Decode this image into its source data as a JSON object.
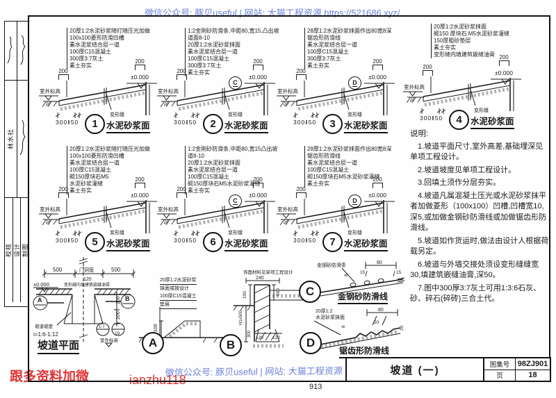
{
  "watermark": {
    "top": "微信公众号: 豚贝useful | 网站: 大猫工程资源 https://521686.xyz/",
    "bottom": "微信公众号: 豚贝useful | 网站: 大猫工程资源 https://521686.xyz/",
    "page_number": "913"
  },
  "promo": {
    "line1": "跟多资料加微",
    "line2": "ianzhu118"
  },
  "sidebar": {
    "name": "林水社",
    "row3": [
      "校核",
      "设计",
      "制图"
    ]
  },
  "details": [
    {
      "num": "1",
      "badge": "",
      "title": "水泥砂浆面",
      "notes": [
        "20厚1:2水泥砂浆随打随压光加做",
        "100x100菱形防滑凹槽",
        "素水泥浆结合层一道",
        "100厚C15混凝土",
        "300厚3:7灰土",
        "素土夯实"
      ],
      "dim_left": "200",
      "dim_right": "200",
      "level": "±0.000",
      "outdoor": "室外标高",
      "joint": "变形缝",
      "dim_b1": "300",
      "dim_b2": "50",
      "dim_toe": "50"
    },
    {
      "num": "2",
      "badge": "C",
      "title": "水泥砂浆面",
      "notes": [
        "1:2金刚砂防滑条,中距80,宽15,凸出坡",
        "道面8-10",
        "20厚1:2水泥砂浆抹面",
        "素水泥浆结合层一道",
        "100厚C15混凝土",
        "300厚3:7灰土",
        "素土夯实"
      ],
      "dim_left": "200",
      "dim_right": "200",
      "level": "±0.000",
      "outdoor": "室外标高",
      "joint": "变形缝",
      "dim_b1": "300",
      "dim_b2": "50",
      "dim_toe": "50"
    },
    {
      "num": "3",
      "badge": "D",
      "title": "水泥砂浆面",
      "notes": [
        "28厚1:2水泥砂浆抹面作出80宽8深",
        "锯齿形防滑线",
        "素水泥浆结合层一道",
        "100厚C15混凝土",
        "300厚3:7灰土",
        "素土夯实"
      ],
      "dim_left": "200",
      "dim_right": "200",
      "level": "±0.000",
      "outdoor": "室外标高",
      "joint": "变形缝",
      "dim_b1": "300",
      "dim_b2": "50",
      "dim_toe": "50"
    },
    {
      "num": "4",
      "badge": "",
      "title": "水泥砂浆面",
      "notes": [
        "20厚1:2水泥砂浆抹面",
        "砌150 厚块石 M5水泥砂浆灌缝",
        "150厚粗砂垫层",
        "素土夯实",
        "变形缝内填建筑嵌缝油膏"
      ],
      "dim_left": "200",
      "dim_right": "200",
      "level": "±0.000",
      "outdoor": "室外标高",
      "joint": "变形缝",
      "dim_b1": "300",
      "dim_b2": "50",
      "dim_toe": "50"
    },
    {
      "num": "5",
      "badge": "",
      "title": "水泥砂浆面",
      "notes": [
        "20厚1:2水泥砂浆随打随压光加做",
        "100x100菱形防滑凹槽",
        "素水泥浆结合层一道",
        "100厚C15混凝土",
        "砌150厚块石M5",
        "水泥砂浆灌缝",
        "素土夯实"
      ],
      "dim_left": "200",
      "dim_right": "200",
      "level": "±0.000",
      "outdoor": "室外标高",
      "joint": "变形缝",
      "dim_b1": "300",
      "dim_b2": "50",
      "dim_toe": "50"
    },
    {
      "num": "6",
      "badge": "C",
      "title": "水泥砂浆面",
      "notes": [
        "1:2金刚砂防滑条,中距80,宽15凸出坡",
        "道8-10",
        "20厚1:2水泥砂浆抹面",
        "素水泥浆结合层一道",
        "100厚C15混凝土",
        "砌150厚块石M5水泥砂浆灌缝",
        "素土夯实"
      ],
      "dim_left": "200",
      "dim_right": "200",
      "level": "±0.000",
      "outdoor": "室外标高",
      "joint": "变形缝",
      "dim_b1": "300",
      "dim_b2": "50",
      "dim_toe": "50"
    },
    {
      "num": "7",
      "badge": "D",
      "title": "水泥砂浆面",
      "notes": [
        "28厚1:2水泥砂浆抹面作出80宽8深",
        "锯齿形防滑线",
        "素水泥浆结合层一道",
        "100厚C15混凝土",
        "砌150厚块石M5水泥砂浆灌缝",
        "素土夯实"
      ],
      "dim_left": "200",
      "dim_right": "200",
      "level": "±0.000",
      "outdoor": "室外标高",
      "joint": "变形缝",
      "dim_b1": "300",
      "dim_b2": "50",
      "dim_toe": "50"
    }
  ],
  "notes_panel": {
    "heading": "说明:",
    "items": [
      "1.坡道平面尺寸,室外高差,基础埋深见单项工程设计。",
      "2.坡道坡度见单项工程设计。",
      "3.回填土须作分层夯实。",
      "4.坡道凡属混凝土压光或水泥砂浆抹平者加做菱形（100x100）凹槽,凹槽宽10,深5,或加做金钢砂防滑线或加做锯齿形防滑线。",
      "5.坡道如作货运时,做法由设计人根据荷载另定。",
      "6.坡道与外墙交接处须设变形缝缝宽30,填建筑嵌缝油膏,深50。",
      "7.图中300厚3:7灰土可用1:3:6石灰、砂、碎石(碎砖)三合土代。"
    ]
  },
  "plan": {
    "dim_left": "500",
    "dim_mid": "门洞宽",
    "dim_right": "500",
    "dim_small": "120",
    "level": "±0.000",
    "joint_note": "变形缝内填建筑嵌缝油膏",
    "bubble_a": "A",
    "bubble_b": "B",
    "slope_label": "坡道坡度",
    "slope_value": "i=1:6-1:12",
    "dim_r1": "200",
    "dim_r2": "200",
    "ref1": "1-7",
    "ref2": "19",
    "outdoor": "室外标高",
    "title": "坡道平面"
  },
  "detail_a": {
    "letter": "A",
    "notes": [
      "20厚1:2水泥砂浆",
      "抹面或按设计",
      "100厚C15混凝土",
      "垫层"
    ],
    "dim": "100"
  },
  "detail_b": {
    "letter": "B",
    "note": "饰面材料见单项工程设计",
    "dim_top": "240",
    "dim_right": "500",
    "dim_left1": "100",
    "dim_left2": "H1≥500",
    "dim_left3": "300",
    "dim_b1": "120",
    "dim_b2": "120"
  },
  "detail_c": {
    "letter": "C",
    "label": "金钢砂防滑条",
    "dim1": "80",
    "dim2": "15",
    "dim3": "15",
    "dim4": "8",
    "title": "金钢砂防滑线"
  },
  "detail_d": {
    "letter": "D",
    "notes": [
      "20厚1:2",
      "水泥砂浆抹面"
    ],
    "dim1": "80",
    "dim2": "20",
    "dim3": "8",
    "dim4": "20",
    "title": "锯齿形防滑线"
  },
  "titleblock": {
    "title": "坡道 (一)",
    "fig_label": "图集号",
    "fig_no": "98ZJ901",
    "page_label": "页",
    "page_no": "18"
  }
}
